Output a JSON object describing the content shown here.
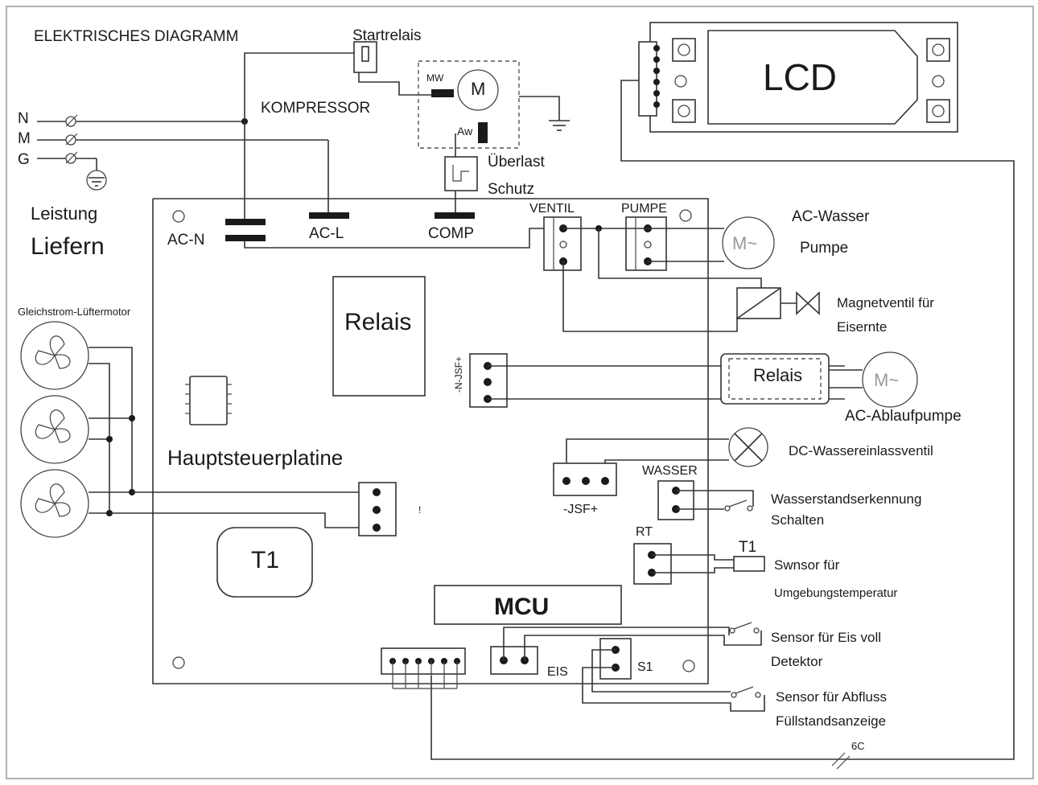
{
  "title": "ELEKTRISCHES  DIAGRAMM",
  "power": {
    "lines": [
      "N",
      "M",
      "G"
    ],
    "label_1": "Leistung",
    "label_2": "Liefern"
  },
  "compressor": {
    "start_relay": "Startrelais",
    "label": "KOMPRESSOR",
    "motor": "M",
    "mw": "MW",
    "aw": "Aw",
    "overload_1": "Überlast",
    "overload_2": "Schutz"
  },
  "lcd": {
    "label": "LCD"
  },
  "board": {
    "ac_n": "AC-N",
    "ac_l": "AC-L",
    "comp": "COMP",
    "ventil": "VENTIL",
    "pumpe": "PUMPE",
    "relay": "Relais",
    "njsf": "-N-JSF+",
    "main_board": "Hauptsteuerplatine",
    "t1": "T1",
    "mcu": "MCU",
    "jsf": "-JSF+",
    "wasser": "WASSER",
    "rt": "RT",
    "eis": "EIS",
    "s1": "S1",
    "excl": "!"
  },
  "fan": {
    "label": "Gleichstrom-Lüftermotor"
  },
  "peripherals": {
    "water_pump_1": "AC-Wasser",
    "water_pump_2": "Pumpe",
    "motor_symbol": "M~",
    "solenoid_1": "Magnetventil  für",
    "solenoid_2": "Eisernte",
    "drain_relay": "Relais",
    "drain_pump": "AC-Ablaufpumpe",
    "inlet_valve": "DC-Wassereinlassventil",
    "level_1": "Wasserstandserkennung",
    "level_2": "Schalten",
    "t1_sensor": "T1",
    "temp_1": "Swnsor  für",
    "temp_2": "Umgebungstemperatur",
    "icefull_1": "Sensor  für  Eis  voll",
    "icefull_2": "Detektor",
    "drain_1": "Sensor  für  Abfluss",
    "drain_2": "Füllstandsanzeige",
    "cable": "6C"
  }
}
